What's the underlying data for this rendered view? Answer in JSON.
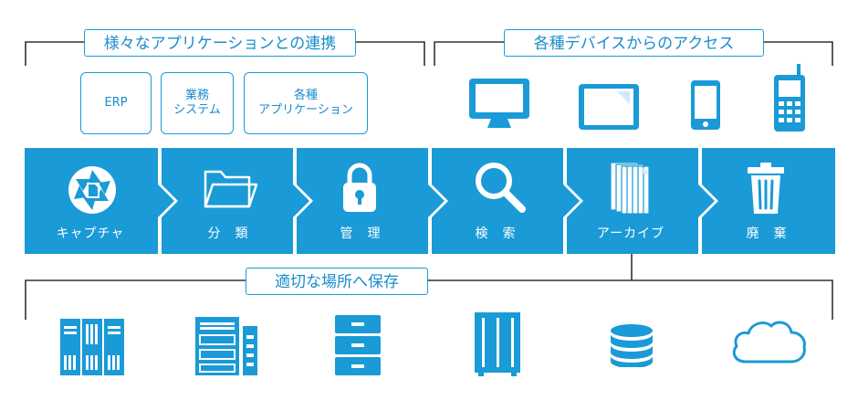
{
  "integration": {
    "title": "様々なアプリケーションとの連携",
    "apps": [
      {
        "lines": [
          "ERP"
        ]
      },
      {
        "lines": [
          "業務",
          "システム"
        ]
      },
      {
        "lines": [
          "各種",
          "アプリケーション"
        ]
      }
    ]
  },
  "access": {
    "title": "各種デバイスからのアクセス",
    "devices": [
      "monitor-icon",
      "tablet-icon",
      "smartphone-icon",
      "feature-phone-icon"
    ]
  },
  "steps": [
    {
      "label": "キャプチャ",
      "icon": "aperture-icon"
    },
    {
      "label": "分　類",
      "icon": "folder-icon"
    },
    {
      "label": "管　理",
      "icon": "lock-icon"
    },
    {
      "label": "検　索",
      "icon": "magnifier-icon"
    },
    {
      "label": "アーカイブ",
      "icon": "document-stack-icon"
    },
    {
      "label": "廃　棄",
      "icon": "trash-icon"
    }
  ],
  "storage": {
    "title": "適切な場所へ保存",
    "devices": [
      "server-rack-icon",
      "drawer-cabinet-icon",
      "file-cabinet-icon",
      "tower-storage-icon",
      "database-icon",
      "cloud-icon"
    ]
  },
  "colors": {
    "primary": "#1a9ad6",
    "text": "#1a8ccd",
    "icon_dark": "#1577b3"
  }
}
